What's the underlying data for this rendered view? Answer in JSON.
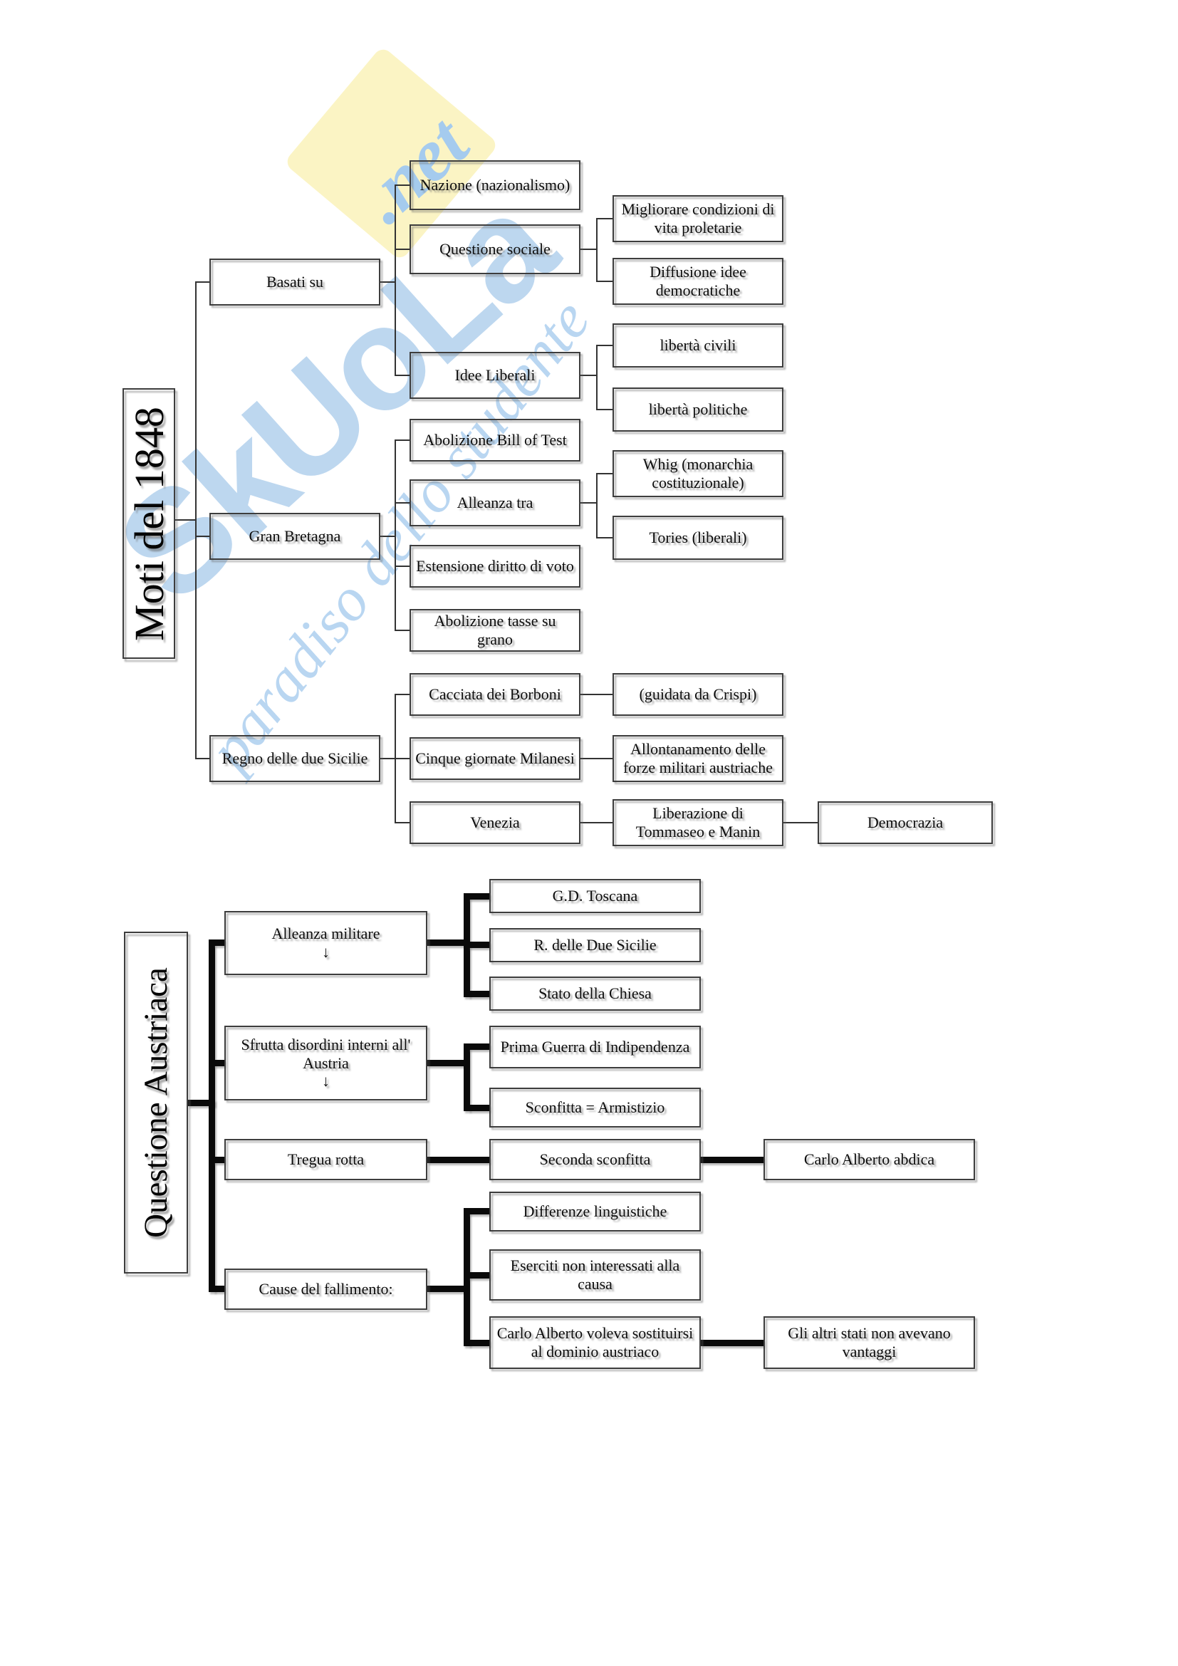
{
  "watermark": {
    "brand": "SkUoLa",
    "brand_suffix": ".net",
    "tagline": "paradiso dello studente",
    "colors": {
      "letters": "#bdd7ef",
      "script": "#aecfee",
      "diamond": "#fbf4c4"
    }
  },
  "diagram1": {
    "title": "Moti del 1848",
    "connector_color": "#333333",
    "nodes": {
      "basati_su": "Basati su",
      "gran_bretagna": "Gran Bretagna",
      "regno": "Regno delle due Sicilie",
      "nazione": "Nazione (nazionalismo)",
      "questione_sociale": "Questione sociale",
      "idee_liberali": "Idee Liberali",
      "abolizione_bill": "Abolizione Bill of Test",
      "alleanza_tra": "Alleanza tra",
      "estensione": "Estensione diritto di voto",
      "abolizione_tasse": "Abolizione tasse su grano",
      "cacciata": "Cacciata dei Borboni",
      "cinque_giornate": "Cinque giornate Milanesi",
      "venezia": "Venezia",
      "migliorare": "Migliorare condizioni di\nvita proletarie",
      "diffusione": "Diffusione idee\ndemocratiche",
      "liberta_civili": "libertà civili",
      "liberta_politiche": "libertà politiche",
      "whig": "Whig (monarchia\ncostituzionale)",
      "tories": "Tories (liberali)",
      "guidata": "(guidata da Crispi)",
      "allontanamento": "Allontanamento delle\nforze militari austriache",
      "liberazione": "Liberazione di\nTommaseo e Manin",
      "democrazia": "Democrazia"
    }
  },
  "diagram2": {
    "title": "Questione Austriaca",
    "connector_color": "#0a0a0a",
    "nodes": {
      "alleanza_militare": "Alleanza militare\n↓",
      "sfrutta": "Sfrutta disordini interni all'\nAustria\n↓",
      "tregua": "Tregua rotta",
      "cause": "Cause del fallimento:",
      "gd_toscana": "G.D. Toscana",
      "r_due_sicilie": "R. delle Due Sicilie",
      "stato_chiesa": "Stato della Chiesa",
      "prima_guerra": "Prima Guerra di Indipendenza",
      "sconfitta": "Sconfitta = Armistizio",
      "seconda": "Seconda sconfitta",
      "carlo_abdica": "Carlo Alberto abdica",
      "differenze": "Differenze linguistiche",
      "eserciti": "Eserciti non interessati alla\ncausa",
      "carlo_voleva": "Carlo Alberto voleva sostituirsi\nal dominio austriaco",
      "gli_altri": "Gli altri stati non avevano\nvantaggi"
    }
  }
}
